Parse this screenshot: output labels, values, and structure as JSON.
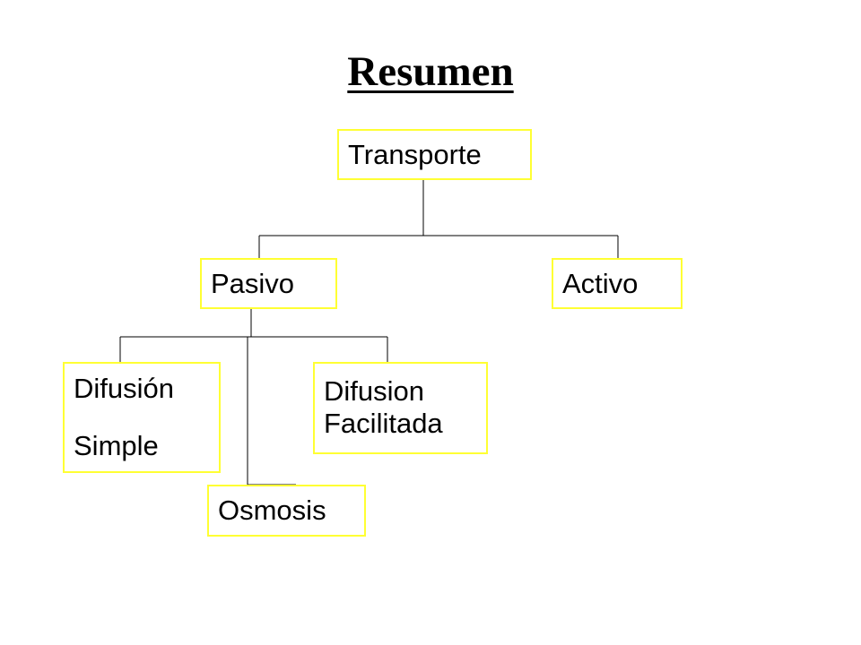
{
  "title": "Resumen",
  "colors": {
    "box_border": "#ffff33",
    "connector": "#000000",
    "text": "#000000",
    "background": "#ffffff"
  },
  "nodes": {
    "transporte": {
      "lines": [
        "Transporte"
      ]
    },
    "pasivo": {
      "lines": [
        "Pasivo"
      ]
    },
    "activo": {
      "lines": [
        "Activo"
      ]
    },
    "difusion_simple": {
      "lines": [
        "Difusión",
        "Simple"
      ]
    },
    "difusion_facilitada": {
      "lines": [
        "Difusion",
        "Facilitada"
      ]
    },
    "osmosis": {
      "lines": [
        "Osmosis"
      ]
    }
  },
  "edges": [
    {
      "from": "transporte",
      "to": "pasivo"
    },
    {
      "from": "transporte",
      "to": "activo"
    },
    {
      "from": "pasivo",
      "to": "difusion_simple"
    },
    {
      "from": "pasivo",
      "to": "osmosis"
    },
    {
      "from": "pasivo",
      "to": "difusion_facilitada"
    }
  ]
}
